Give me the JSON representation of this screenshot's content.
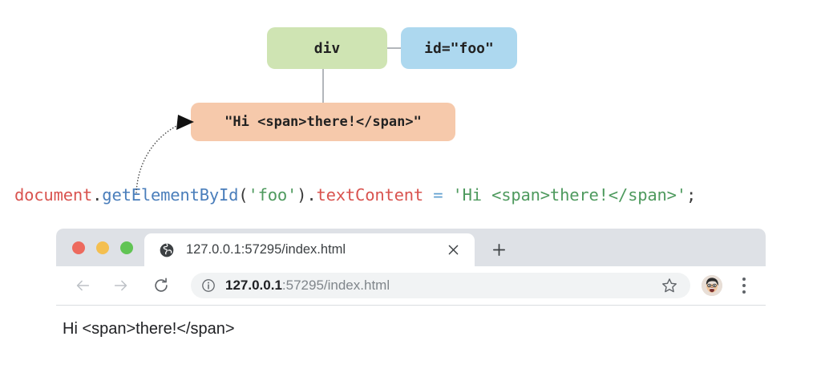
{
  "diagram": {
    "element_node": "div",
    "attribute_node": "id=\"foo\"",
    "text_node": "\"Hi <span>there!</span>\"",
    "colors": {
      "element": "#cfe4b3",
      "attribute": "#add8ef",
      "text": "#f6c9ab",
      "connector": "#b3b6bb"
    }
  },
  "code": {
    "full": "document.getElementById('foo').textContent = 'Hi <span>there!</span>';",
    "tokens": [
      {
        "text": "document",
        "type": "object"
      },
      {
        "text": ".",
        "type": "punct"
      },
      {
        "text": "getElementById",
        "type": "function"
      },
      {
        "text": "(",
        "type": "punct"
      },
      {
        "text": "'foo'",
        "type": "string"
      },
      {
        "text": ")",
        "type": "punct"
      },
      {
        "text": ".",
        "type": "punct"
      },
      {
        "text": "textContent",
        "type": "object"
      },
      {
        "text": " ",
        "type": "punct"
      },
      {
        "text": "=",
        "type": "operator"
      },
      {
        "text": " ",
        "type": "punct"
      },
      {
        "text": "'Hi <span>there!</span>'",
        "type": "string"
      },
      {
        "text": ";",
        "type": "punct"
      }
    ],
    "colors": {
      "object": "#d9534f",
      "function": "#4a7ebb",
      "string": "#4e9a5e",
      "operator": "#62a0d0",
      "punct": "#3a3a3a"
    }
  },
  "browser": {
    "window_controls": {
      "close": "close-dot",
      "minimize": "minimize-dot",
      "maximize": "maximize-dot",
      "colors": {
        "close": "#ed6a5e",
        "minimize": "#f4bf50",
        "maximize": "#61c454"
      }
    },
    "tab": {
      "title": "127.0.0.1:57295/index.html",
      "favicon": "globe-icon",
      "close_label": "×"
    },
    "new_tab_label": "+",
    "toolbar": {
      "back_icon": "arrow-left-icon",
      "forward_icon": "arrow-right-icon",
      "reload_icon": "reload-icon",
      "site_info_icon": "info-circle-icon",
      "url_host": "127.0.0.1",
      "url_rest": ":57295/index.html",
      "bookmark_icon": "star-icon",
      "avatar_icon": "profile-avatar",
      "menu_icon": "three-dot-menu-icon"
    },
    "page": {
      "body_text": "Hi <span>there!</span>"
    }
  }
}
